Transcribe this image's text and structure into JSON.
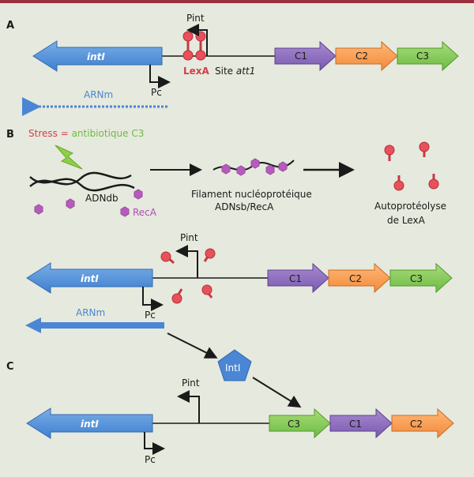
{
  "panels": {
    "a": "A",
    "b": "B",
    "c": "C"
  },
  "genes": {
    "intI": "intI",
    "c1": "C1",
    "c2": "C2",
    "c3": "C3"
  },
  "labels": {
    "pint": "Pint",
    "pc": "Pc",
    "lexa": "LexA",
    "site_prefix": "Site ",
    "att1": "att1",
    "arnm": "ARNm",
    "adndb": "ADNdb",
    "reca": "RecA",
    "filament_line1": "Filament nucléoprotéique",
    "filament_line2": "ADNsb/RecA",
    "autoproteolysis_line1": "Autoprotéolyse",
    "autoproteolysis_line2": "de LexA",
    "inti_protein": "IntI"
  },
  "stress": {
    "word": "Stress",
    "equals": " = ",
    "cause": "antibiotique C3"
  },
  "colors": {
    "intI": "#4a86d4",
    "c1": "#8e6cc0",
    "c2": "#f59a4e",
    "c3": "#86c95a",
    "lexa": "#e8505a",
    "reca": "#b65bbd",
    "stress": "#d0404a",
    "antibiotic": "#6dbb45",
    "background": "#e6e9dd"
  }
}
